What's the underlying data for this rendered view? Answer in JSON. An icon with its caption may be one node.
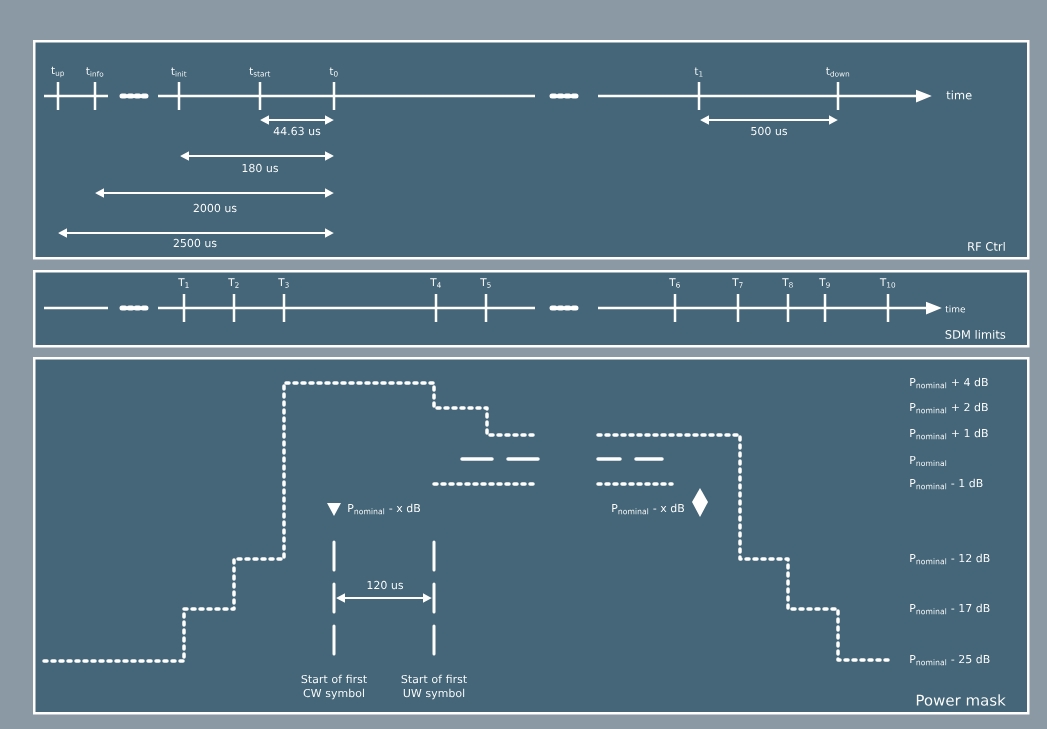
{
  "diagram": {
    "nodes": [
      {
        "text": [
          "RF Ctrl"
        ]
      },
      {
        "text": [
          "SDM limits"
        ]
      },
      {
        "text": [
          "Power mask"
        ]
      }
    ],
    "labels": [
      "t$_{up}$",
      "t$_{info}$",
      "t$_{init}$",
      "t$_{start}$",
      "t$_{0}$",
      "t$_{1}$",
      "t$_{down}$",
      "time",
      "44.63 us",
      "500 us",
      "180 us",
      "2000 us",
      "2500 us",
      "T$_{1}$",
      "T$_{2}$",
      "T$_{3}$",
      "T$_{4}$",
      "T$_{5}$",
      "T$_{6}$",
      "T$_{7}$",
      "T$_{8}$",
      "T$_{9}$",
      "T$_{10}$",
      "time",
      "P$_{nominal}$ + 4 dB",
      "P$_{nominal}$ + 2 dB",
      "P$_{nominal}$ + 1 dB",
      "P$_{nominal}$",
      "P$_{nominal}$ - 1 dB",
      "P$_{nominal}$ - x dB",
      "P$_{nominal}$ - x dB",
      "P$_{nominal}$ - 12 dB",
      "120 us",
      "P$_{nominal}$ - 17 dB",
      "Start of first CW symbol",
      "Start of first UW symbol",
      "P$_{nominal}$ - 25 dB"
    ]
  }
}
